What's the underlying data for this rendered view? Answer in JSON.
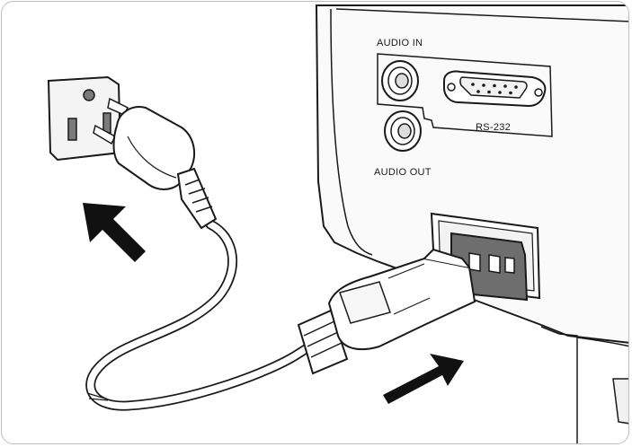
{
  "port_labels": {
    "audio_in": "AUDIO IN",
    "rs232": "RS-232",
    "audio_out": "AUDIO OUT"
  },
  "colors": {
    "line": "#1a1a1a",
    "panel_fill": "#f4f4f4",
    "projector_fill": "#fafafa",
    "socket_fill": "#6e6e6e",
    "arrow_fill": "#111111"
  },
  "icons": [
    "wall-outlet-icon",
    "plug-icon",
    "power-cord-icon",
    "iec-connector-icon",
    "arrow-icon"
  ]
}
